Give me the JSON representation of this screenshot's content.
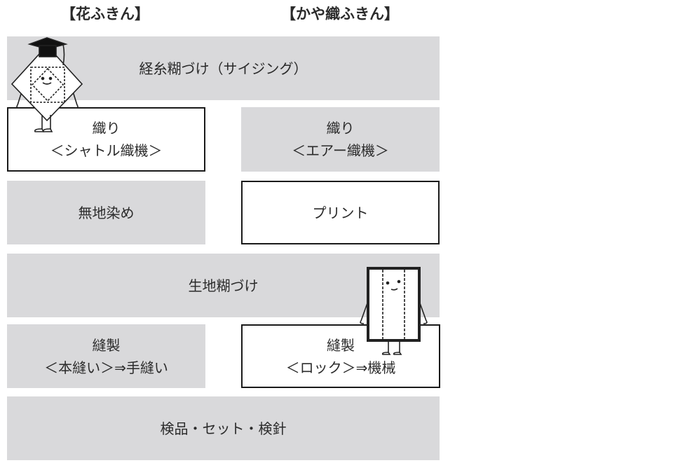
{
  "headers": {
    "left": "【花ふきん】",
    "right": "【かや織ふきん】"
  },
  "steps": {
    "sizing": "経糸糊づけ（サイジング）",
    "weave_left": {
      "line1": "織り",
      "line2": "＜シャトル織機＞"
    },
    "weave_right": {
      "line1": "織り",
      "line2": "＜エアー織機＞"
    },
    "dye_left": "無地染め",
    "print_right": "プリント",
    "fabric_sizing": "生地糊づけ",
    "sew_left": {
      "line1": "縫製",
      "line2": "＜本縫い＞⇒手縫い"
    },
    "sew_right": {
      "line1": "縫製",
      "line2": "＜ロック＞⇒機械"
    },
    "inspect": "検品・セット・検針"
  },
  "colors": {
    "gray": "#d9d9db",
    "border": "#1a1a1a"
  }
}
